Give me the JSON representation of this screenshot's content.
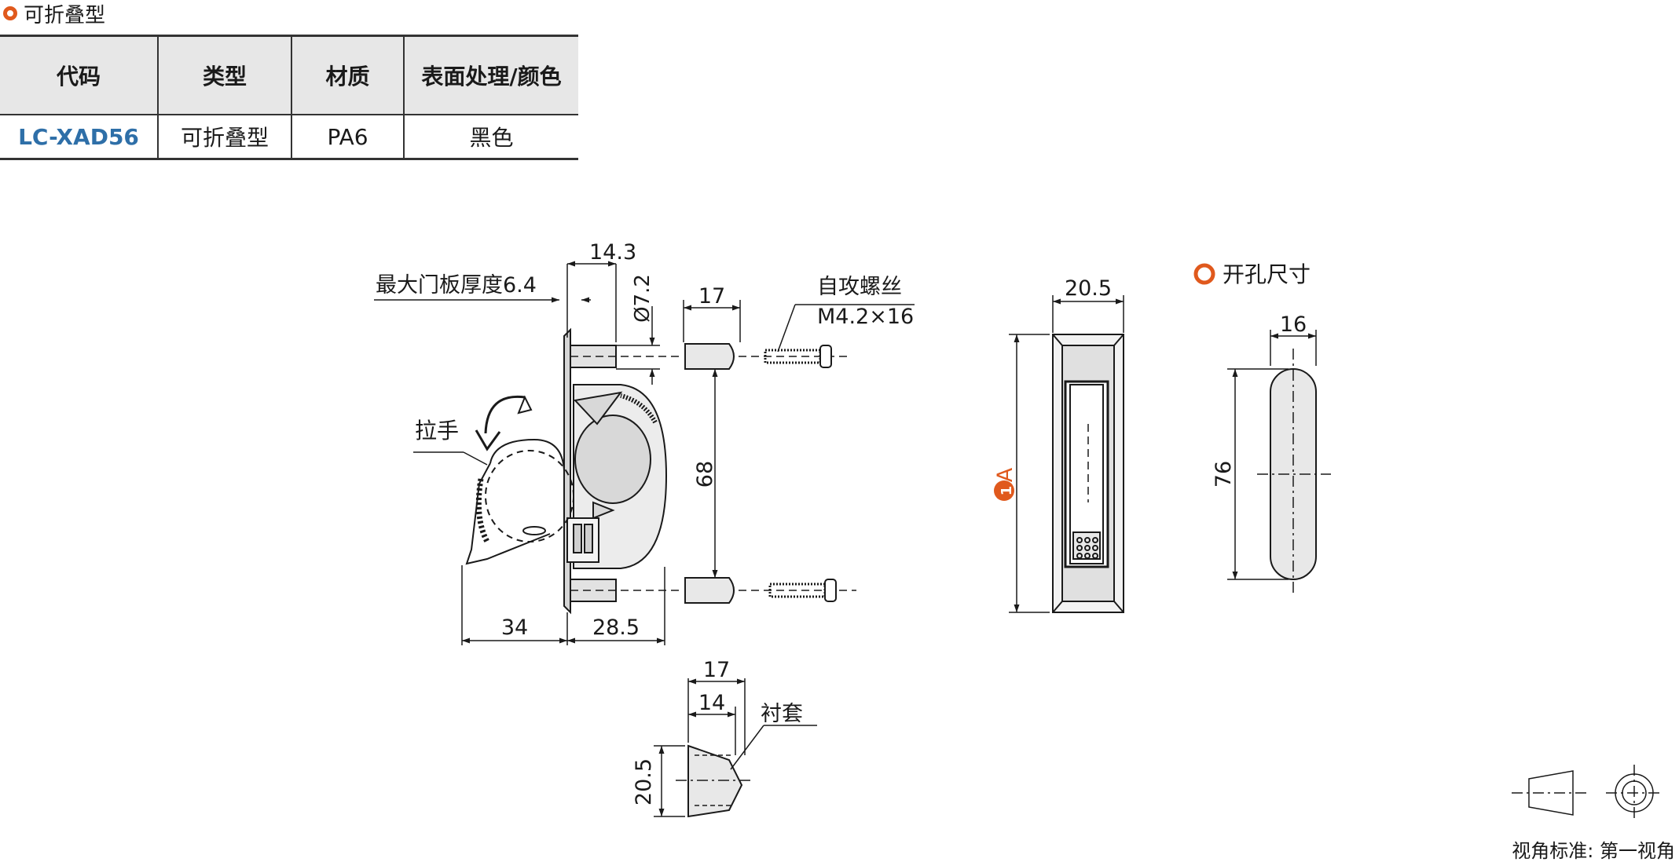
{
  "header": {
    "title": "可折叠型"
  },
  "table": {
    "headers": [
      "代码",
      "类型",
      "材质",
      "表面处理/颜色"
    ],
    "row": {
      "code": "LC-XAD56",
      "type": "可折叠型",
      "material": "PA6",
      "finish": "黑色"
    }
  },
  "colors": {
    "accent": "#e0591d",
    "code_blue": "#2e6fa8",
    "line": "#1a1a1a"
  },
  "drawing": {
    "dim_14_3": "14.3",
    "dim_dia": "Ø7.2",
    "dim_17": "17",
    "label_max_door": "最大门板厚度6.4",
    "label_screw": "自攻螺丝",
    "label_screw_spec": "M4.2×16",
    "label_handle": "拉手",
    "dim_68": "68",
    "dim_34": "34",
    "dim_28_5": "28.5",
    "dim_bush_17": "17",
    "dim_bush_14": "14",
    "label_bushing": "衬套",
    "dim_20_5_side": "20.5",
    "dim_20_5_front": "20.5",
    "dim_A": "A",
    "callout_1": "1",
    "cutout_title": "开孔尺寸",
    "dim_16": "16",
    "dim_76": "76",
    "projection_label": "视角标准: 第一视角"
  }
}
